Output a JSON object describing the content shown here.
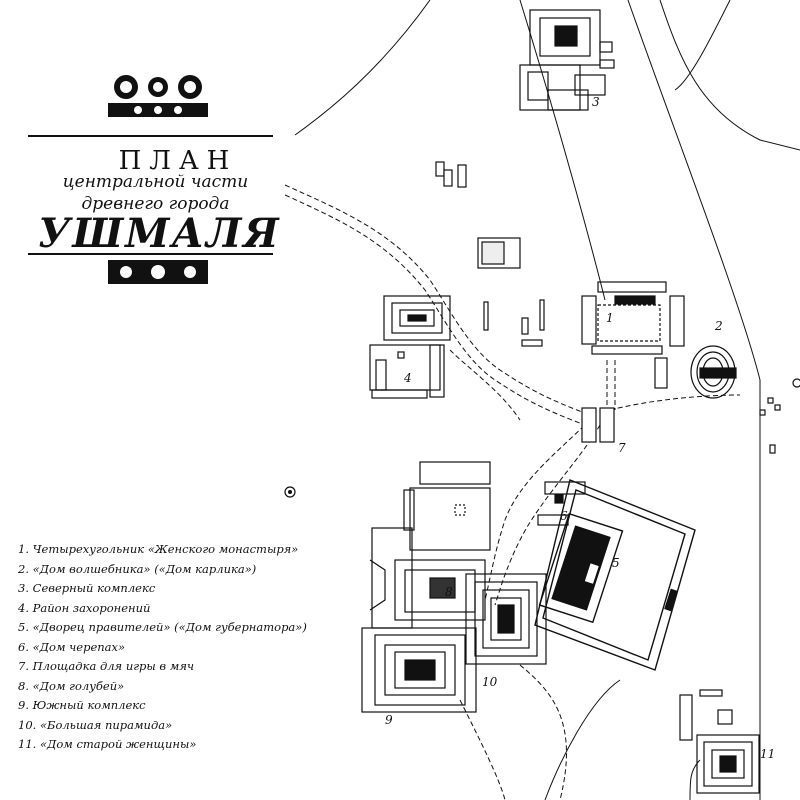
{
  "title": {
    "plan": "ПЛАН",
    "subtitle_line1": "центральной части",
    "subtitle_line2": "древнего города",
    "city": "УШМАЛЯ"
  },
  "legend": [
    {
      "num": "1.",
      "text": "Четырехугольник «Женского монастыря»"
    },
    {
      "num": "2.",
      "text": "«Дом волшебника» («Дом карлика»)"
    },
    {
      "num": "3.",
      "text": "Северный комплекс"
    },
    {
      "num": "4.",
      "text": "Район захоронений"
    },
    {
      "num": "5.",
      "text": "«Дворец правителей» («Дом губернатора»)"
    },
    {
      "num": "6.",
      "text": "«Дом черепах»"
    },
    {
      "num": "7.",
      "text": "Площадка для игры в мяч"
    },
    {
      "num": "8.",
      "text": "«Дом голубей»"
    },
    {
      "num": "9.",
      "text": "Южный комплекс"
    },
    {
      "num": "10.",
      "text": "«Большая пирамида»"
    },
    {
      "num": "11.",
      "text": "«Дом старой женщины»"
    }
  ],
  "map_labels": [
    "1",
    "2",
    "3",
    "4",
    "5",
    "6",
    "7",
    "8",
    "9",
    "10",
    "11"
  ]
}
